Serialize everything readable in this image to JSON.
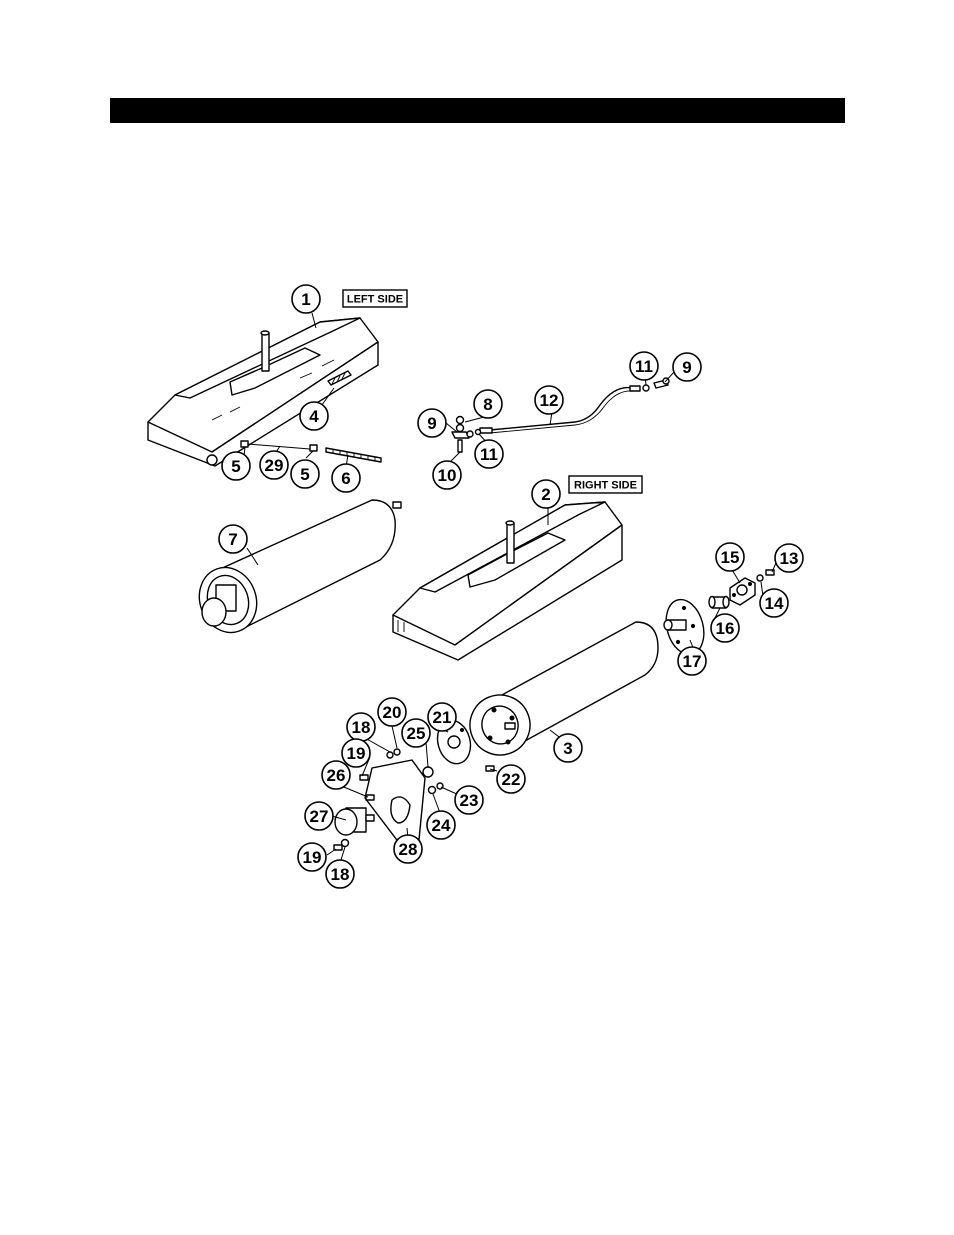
{
  "header": {
    "title": ""
  },
  "diagram": {
    "side_labels": {
      "left": "LEFT SIDE",
      "right": "RIGHT SIDE"
    },
    "callouts": [
      {
        "id": "c1",
        "label": "1"
      },
      {
        "id": "c2",
        "label": "2"
      },
      {
        "id": "c3",
        "label": "3"
      },
      {
        "id": "c4",
        "label": "4"
      },
      {
        "id": "c5a",
        "label": "5"
      },
      {
        "id": "c5b",
        "label": "5"
      },
      {
        "id": "c6",
        "label": "6"
      },
      {
        "id": "c7",
        "label": "7"
      },
      {
        "id": "c8",
        "label": "8"
      },
      {
        "id": "c9a",
        "label": "9"
      },
      {
        "id": "c9b",
        "label": "9"
      },
      {
        "id": "c10",
        "label": "10"
      },
      {
        "id": "c11a",
        "label": "11"
      },
      {
        "id": "c11b",
        "label": "11"
      },
      {
        "id": "c12",
        "label": "12"
      },
      {
        "id": "c13",
        "label": "13"
      },
      {
        "id": "c14",
        "label": "14"
      },
      {
        "id": "c15",
        "label": "15"
      },
      {
        "id": "c16",
        "label": "16"
      },
      {
        "id": "c17",
        "label": "17"
      },
      {
        "id": "c18a",
        "label": "18"
      },
      {
        "id": "c18b",
        "label": "18"
      },
      {
        "id": "c19a",
        "label": "19"
      },
      {
        "id": "c19b",
        "label": "19"
      },
      {
        "id": "c20",
        "label": "20"
      },
      {
        "id": "c21",
        "label": "21"
      },
      {
        "id": "c22",
        "label": "22"
      },
      {
        "id": "c23",
        "label": "23"
      },
      {
        "id": "c24",
        "label": "24"
      },
      {
        "id": "c25",
        "label": "25"
      },
      {
        "id": "c26",
        "label": "26"
      },
      {
        "id": "c27",
        "label": "27"
      },
      {
        "id": "c28",
        "label": "28"
      },
      {
        "id": "c29",
        "label": "29"
      }
    ]
  }
}
